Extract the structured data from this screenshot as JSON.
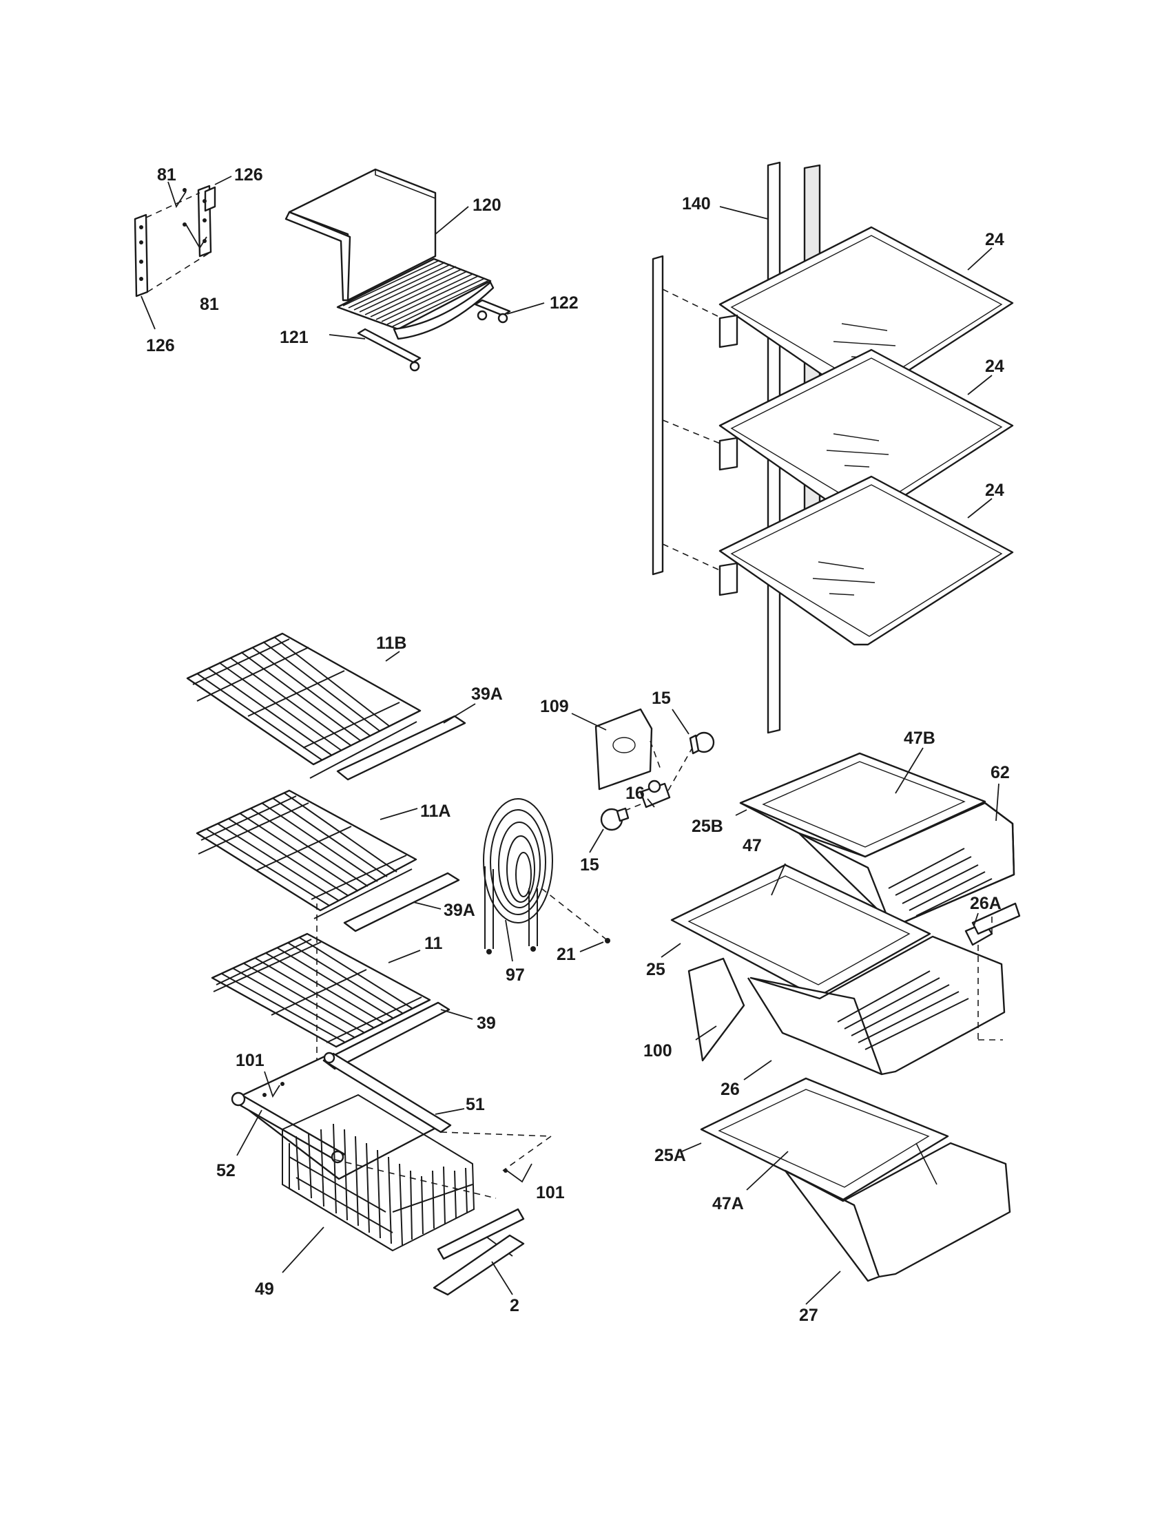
{
  "labels": {
    "p81_top": "81",
    "p126_top": "126",
    "p81_bottom": "81",
    "p126_bottom": "126",
    "p120": "120",
    "p122": "122",
    "p121": "121",
    "p140": "140",
    "p24_a": "24",
    "p24_b": "24",
    "p24_c": "24",
    "p11B": "11B",
    "p39A_a": "39A",
    "p11A": "11A",
    "p39A_b": "39A",
    "p11": "11",
    "p39": "39",
    "p109": "109",
    "p15_a": "15",
    "p15_b": "15",
    "p16": "16",
    "p97": "97",
    "p21": "21",
    "p47B": "47B",
    "p62": "62",
    "p25B": "25B",
    "p47": "47",
    "p26A": "26A",
    "p25": "25",
    "p100": "100",
    "p26": "26",
    "p25A": "25A",
    "p47A": "47A",
    "p27": "27",
    "p101_a": "101",
    "p51": "51",
    "p52": "52",
    "p101_b": "101",
    "p49": "49",
    "p2": "2"
  }
}
